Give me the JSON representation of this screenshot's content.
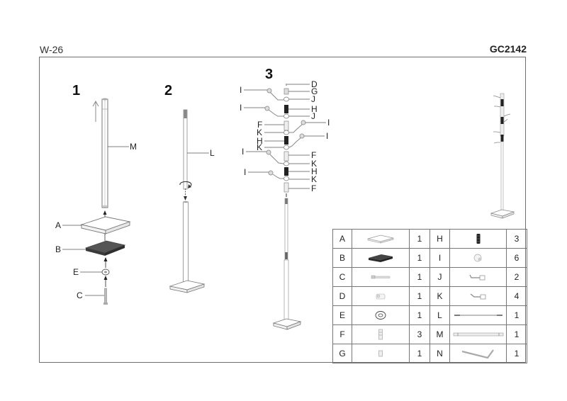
{
  "header": {
    "model_code": "W-26",
    "product_code": "GC2142"
  },
  "steps": [
    {
      "number": "1",
      "labels": [
        "M",
        "A",
        "B",
        "E",
        "C"
      ]
    },
    {
      "number": "2",
      "labels": [
        "L"
      ]
    },
    {
      "number": "3",
      "left_labels": [
        "I",
        "I",
        "F",
        "K",
        "H",
        "K",
        "I",
        "I"
      ],
      "right_labels": [
        "D",
        "G",
        "J",
        "H",
        "J",
        "I",
        "I",
        "F",
        "K",
        "H",
        "K",
        "F"
      ]
    }
  ],
  "parts_table": {
    "rows": [
      {
        "left": {
          "code": "A",
          "icon": "base-plate-icon",
          "qty": "1"
        },
        "right": {
          "code": "H",
          "icon": "black-spacer-icon",
          "qty": "3"
        }
      },
      {
        "left": {
          "code": "B",
          "icon": "dark-base-pad-icon",
          "qty": "1"
        },
        "right": {
          "code": "I",
          "icon": "hook-ball-icon",
          "qty": "6"
        }
      },
      {
        "left": {
          "code": "C",
          "icon": "bolt-icon",
          "qty": "1"
        },
        "right": {
          "code": "J",
          "icon": "hook-arm-j-icon",
          "qty": "2"
        }
      },
      {
        "left": {
          "code": "D",
          "icon": "top-cap-icon",
          "qty": "1"
        },
        "right": {
          "code": "K",
          "icon": "hook-arm-k-icon",
          "qty": "4"
        }
      },
      {
        "left": {
          "code": "E",
          "icon": "washer-icon",
          "qty": "1"
        },
        "right": {
          "code": "L",
          "icon": "upper-pole-icon",
          "qty": "1"
        }
      },
      {
        "left": {
          "code": "F",
          "icon": "connector-sleeve-icon",
          "qty": "3"
        },
        "right": {
          "code": "M",
          "icon": "lower-pole-icon",
          "qty": "1"
        }
      },
      {
        "left": {
          "code": "G",
          "icon": "small-sleeve-icon",
          "qty": "1"
        },
        "right": {
          "code": "N",
          "icon": "allen-key-icon",
          "qty": "1"
        }
      }
    ]
  }
}
